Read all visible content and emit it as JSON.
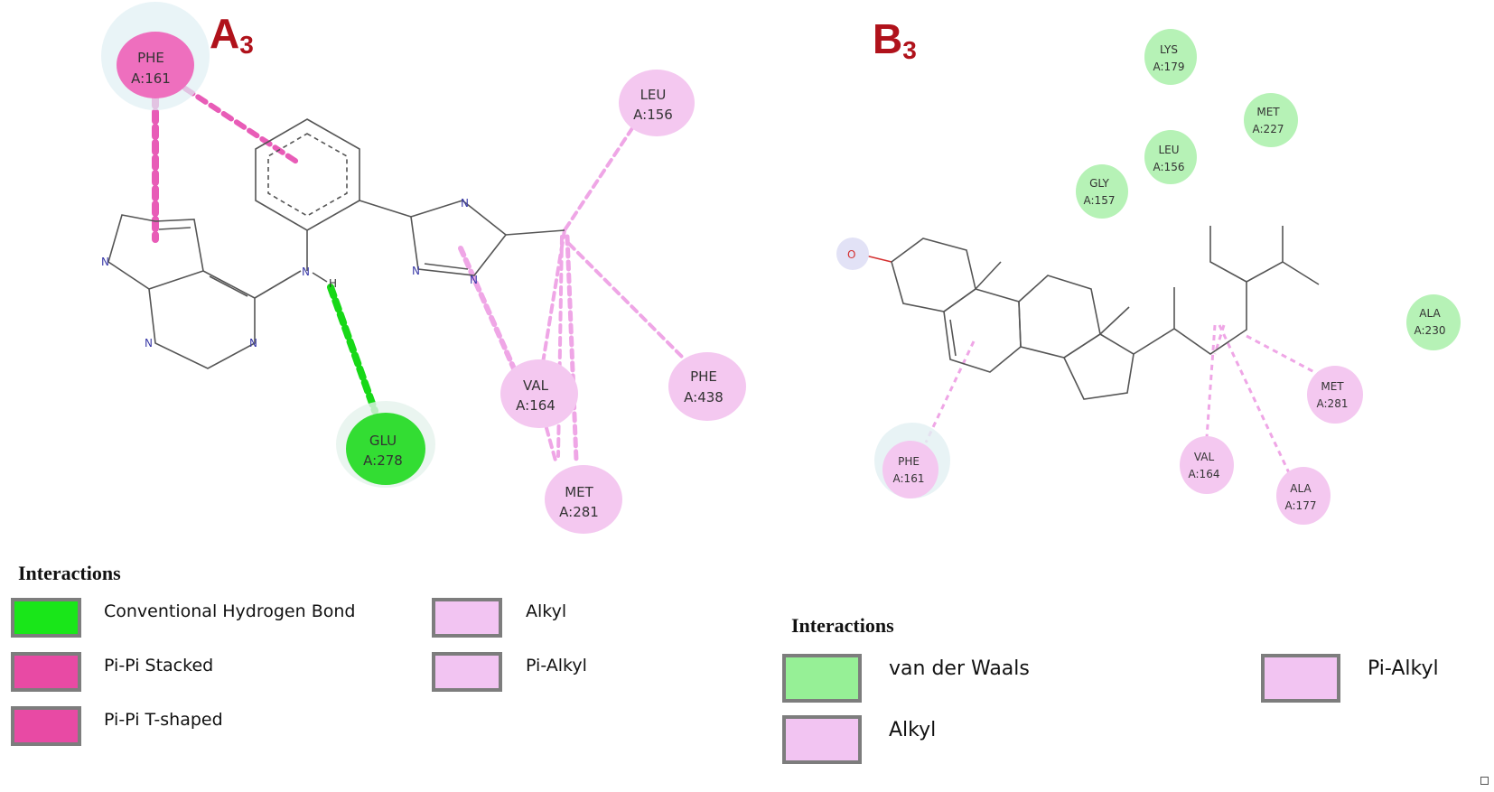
{
  "panels": [
    {
      "label_main": "A",
      "label_sub": "3",
      "residues": [
        {
          "name": "PHE",
          "id": "A:161",
          "type": "pi-pi"
        },
        {
          "name": "LEU",
          "id": "A:156",
          "type": "alkyl"
        },
        {
          "name": "VAL",
          "id": "A:164",
          "type": "alkyl"
        },
        {
          "name": "PHE",
          "id": "A:438",
          "type": "alkyl"
        },
        {
          "name": "MET",
          "id": "A:281",
          "type": "alkyl"
        },
        {
          "name": "GLU",
          "id": "A:278",
          "type": "hbond"
        }
      ],
      "atom_labels": [
        "N",
        "N",
        "N",
        "N",
        "N",
        "N",
        "N",
        "H"
      ],
      "legend": {
        "title": "Interactions",
        "items": [
          {
            "label": "Conventional Hydrogen Bond",
            "color": "#19e619"
          },
          {
            "label": "Pi-Pi Stacked",
            "color": "#e84aa4"
          },
          {
            "label": "Pi-Pi T-shaped",
            "color": "#e84aa4"
          },
          {
            "label": "Alkyl",
            "color": "#f2c4f2"
          },
          {
            "label": "Pi-Alkyl",
            "color": "#f2c4f2"
          }
        ]
      }
    },
    {
      "label_main": "B",
      "label_sub": "3",
      "residues": [
        {
          "name": "LYS",
          "id": "A:179",
          "type": "vdw"
        },
        {
          "name": "MET",
          "id": "A:227",
          "type": "vdw"
        },
        {
          "name": "LEU",
          "id": "A:156",
          "type": "vdw"
        },
        {
          "name": "GLY",
          "id": "A:157",
          "type": "vdw"
        },
        {
          "name": "ALA",
          "id": "A:230",
          "type": "vdw"
        },
        {
          "name": "MET",
          "id": "A:281",
          "type": "alkyl"
        },
        {
          "name": "PHE",
          "id": "A:161",
          "type": "alkyl"
        },
        {
          "name": "VAL",
          "id": "A:164",
          "type": "alkyl"
        },
        {
          "name": "ALA",
          "id": "A:177",
          "type": "alkyl"
        }
      ],
      "atom_labels": [
        "O"
      ],
      "legend": {
        "title": "Interactions",
        "items": [
          {
            "label": "van der Waals",
            "color": "#96f096"
          },
          {
            "label": "Alkyl",
            "color": "#f2c4f2"
          },
          {
            "label": "Pi-Alkyl",
            "color": "#f2c4f2"
          }
        ]
      }
    }
  ],
  "colors": {
    "hbond_node": "#33dd33",
    "pi_node": "#ee6fbe",
    "alkyl_node": "#f4c8f0",
    "vdw_node": "#b6f2b6",
    "bond_line": "#555555",
    "hbond_line": "#17d817",
    "pi_line": "#e85cb7",
    "alkyl_line": "#efa6e6",
    "panel_label": "#b0121b"
  }
}
